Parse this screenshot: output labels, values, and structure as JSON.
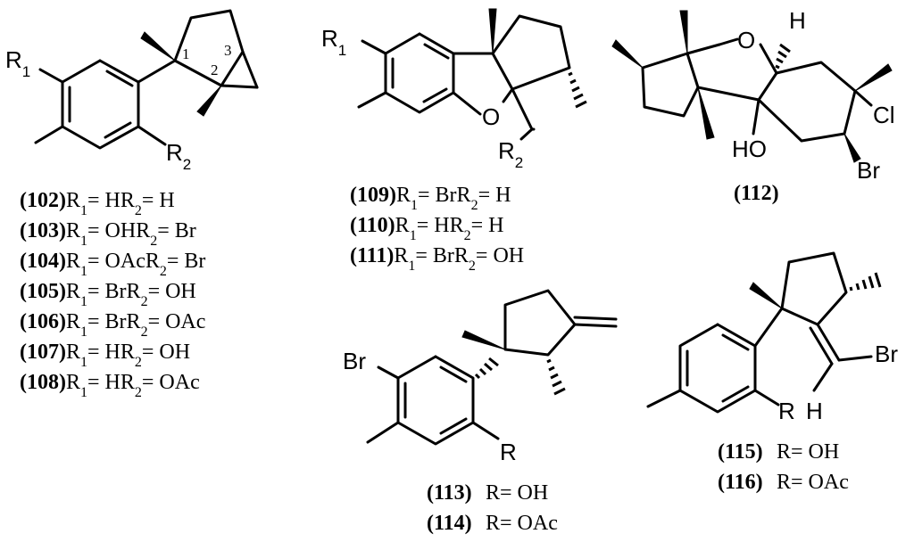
{
  "structure_a": {
    "atoms": {
      "r1": "R",
      "r1_sub": "1",
      "r2": "R",
      "r2_sub": "2"
    },
    "locants": [
      "1",
      "2",
      "3"
    ],
    "labels": [
      {
        "num": "(102)",
        "r1": "H",
        "r2": "H"
      },
      {
        "num": "(103)",
        "r1": "OH",
        "r2": "Br"
      },
      {
        "num": "(104)",
        "r1": "OAc",
        "r2": "Br"
      },
      {
        "num": "(105)",
        "r1": "Br",
        "r2": "OH"
      },
      {
        "num": "(106)",
        "r1": "Br",
        "r2": "OAc"
      },
      {
        "num": "(107)",
        "r1": "H",
        "r2": "OH"
      },
      {
        "num": "(108)",
        "r1": "H",
        "r2": "OAc"
      }
    ]
  },
  "structure_b": {
    "atoms": {
      "r1": "R",
      "r1_sub": "1",
      "o": "O",
      "r2": "R",
      "r2_sub": "2"
    },
    "labels": [
      {
        "num": "(109)",
        "r1": "Br",
        "r2": "H"
      },
      {
        "num": "(110)",
        "r1": "H",
        "r2": "H"
      },
      {
        "num": "(111)",
        "r1": "Br",
        "r2": "OH"
      }
    ]
  },
  "structure_c": {
    "atoms": {
      "o": "O",
      "h": "H",
      "cl": "Cl",
      "ho": "HO",
      "br": "Br"
    },
    "label": "(112)"
  },
  "structure_d": {
    "atoms": {
      "br": "Br",
      "r": "R"
    },
    "labels": [
      {
        "num": "(113)",
        "r": "OH"
      },
      {
        "num": "(114)",
        "r": "OAc"
      }
    ]
  },
  "structure_e": {
    "atoms": {
      "br": "Br",
      "r": "R",
      "h": "H"
    },
    "labels": [
      {
        "num": "(115)",
        "r": "OH"
      },
      {
        "num": "(116)",
        "r": "OAc"
      }
    ]
  },
  "text_parts": {
    "r_letter": "R",
    "sub_1": "1",
    "sub_2": "2",
    "equals": "= "
  }
}
